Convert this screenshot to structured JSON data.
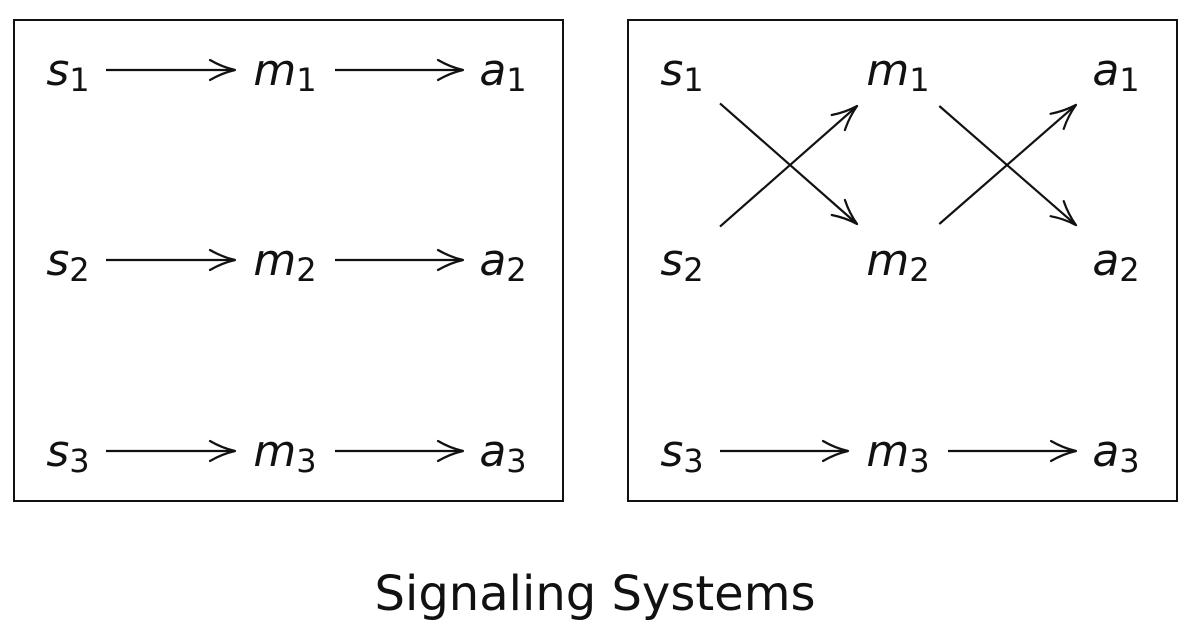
{
  "panels": [
    {
      "name": "left",
      "nodes": [
        {
          "id": "s1",
          "base": "s",
          "sub": "1"
        },
        {
          "id": "m1",
          "base": "m",
          "sub": "1"
        },
        {
          "id": "a1",
          "base": "a",
          "sub": "1"
        },
        {
          "id": "s2",
          "base": "s",
          "sub": "2"
        },
        {
          "id": "m2",
          "base": "m",
          "sub": "2"
        },
        {
          "id": "a2",
          "base": "a",
          "sub": "2"
        },
        {
          "id": "s3",
          "base": "s",
          "sub": "3"
        },
        {
          "id": "m3",
          "base": "m",
          "sub": "3"
        },
        {
          "id": "a3",
          "base": "a",
          "sub": "3"
        }
      ],
      "edges": [
        {
          "from": "s1",
          "to": "m1"
        },
        {
          "from": "m1",
          "to": "a1"
        },
        {
          "from": "s2",
          "to": "m2"
        },
        {
          "from": "m2",
          "to": "a2"
        },
        {
          "from": "s3",
          "to": "m3"
        },
        {
          "from": "m3",
          "to": "a3"
        }
      ]
    },
    {
      "name": "right",
      "nodes": [
        {
          "id": "s1",
          "base": "s",
          "sub": "1"
        },
        {
          "id": "m1",
          "base": "m",
          "sub": "1"
        },
        {
          "id": "a1",
          "base": "a",
          "sub": "1"
        },
        {
          "id": "s2",
          "base": "s",
          "sub": "2"
        },
        {
          "id": "m2",
          "base": "m",
          "sub": "2"
        },
        {
          "id": "a2",
          "base": "a",
          "sub": "2"
        },
        {
          "id": "s3",
          "base": "s",
          "sub": "3"
        },
        {
          "id": "m3",
          "base": "m",
          "sub": "3"
        },
        {
          "id": "a3",
          "base": "a",
          "sub": "3"
        }
      ],
      "edges": [
        {
          "from": "s1",
          "to": "m2"
        },
        {
          "from": "s2",
          "to": "m1"
        },
        {
          "from": "m1",
          "to": "a2"
        },
        {
          "from": "m2",
          "to": "a1"
        },
        {
          "from": "s3",
          "to": "m3"
        },
        {
          "from": "m3",
          "to": "a3"
        }
      ]
    }
  ],
  "caption": "Signaling Systems",
  "colors": {
    "ink": "#111111",
    "background": "#ffffff"
  }
}
